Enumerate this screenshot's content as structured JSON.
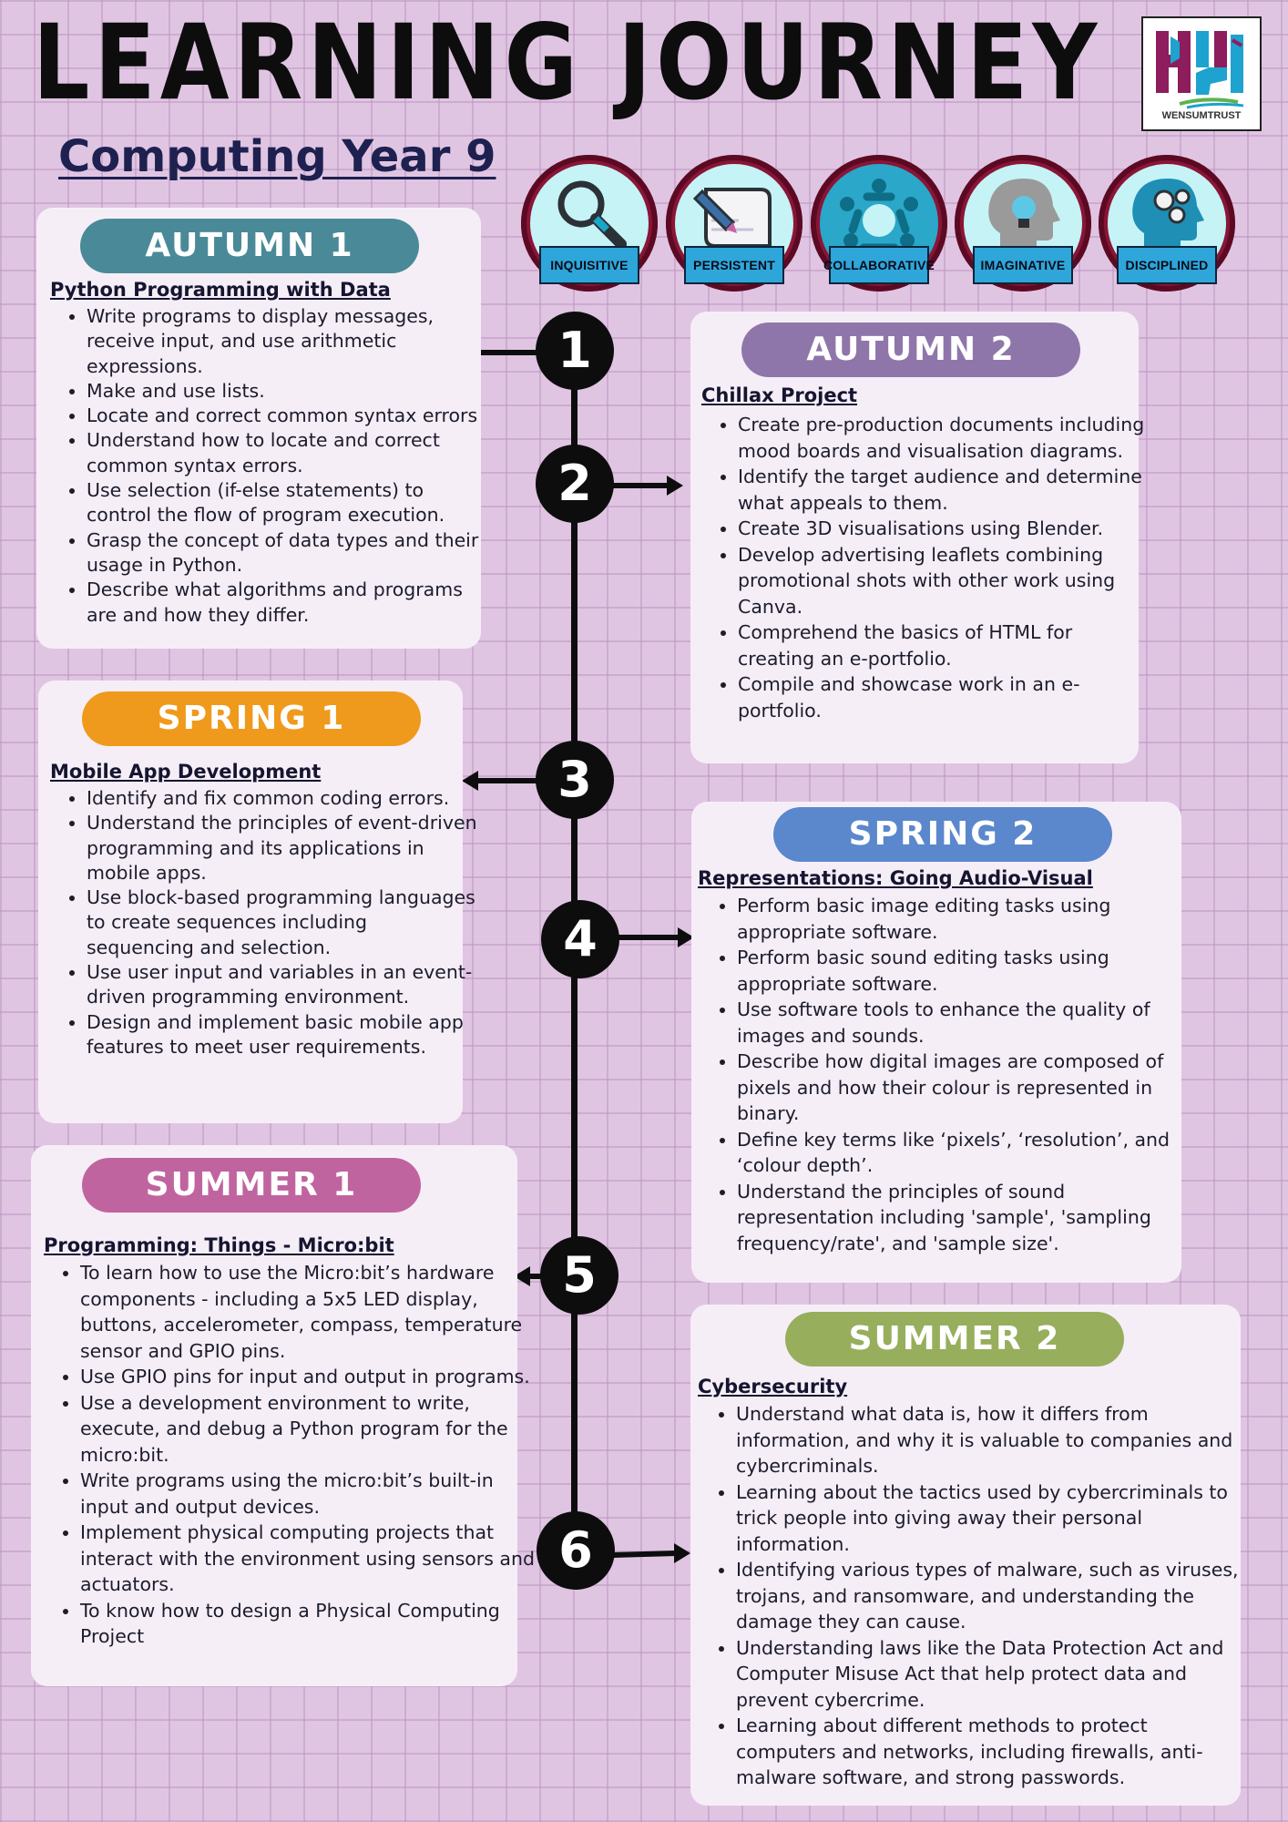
{
  "header": {
    "title": "LEARNING JOURNEY",
    "subtitle": "Computing Year 9",
    "logo_text": "WENSUMTRUST"
  },
  "values": [
    {
      "label": "INQUISITIVE",
      "icon": "magnifier-icon"
    },
    {
      "label": "PERSISTENT",
      "icon": "pencil-scroll-icon"
    },
    {
      "label": "COLLABORATIVE",
      "icon": "people-circle-icon"
    },
    {
      "label": "IMAGINATIVE",
      "icon": "lightbulb-head-icon"
    },
    {
      "label": "DISCIPLINED",
      "icon": "gears-head-icon"
    }
  ],
  "timeline": {
    "nodes": [
      "1",
      "2",
      "3",
      "4",
      "5",
      "6"
    ]
  },
  "colors": {
    "autumn1": "#4a8a98",
    "autumn2": "#8f76aa",
    "spring1": "#ef9a1c",
    "spring2": "#5b87cc",
    "summer1": "#c064a0",
    "summer2": "#97ae5c"
  },
  "terms": [
    {
      "heading": "AUTUMN 1",
      "topic": "Python Programming with  Data",
      "bullets": [
        "Write programs to display messages, receive input, and use arithmetic expressions.",
        "Make and use lists.",
        "Locate and correct common syntax errors",
        "Understand how to locate and correct common syntax errors.",
        "Use selection (if-else statements) to control the flow of program execution.",
        "Grasp the concept of data types and their usage in Python.",
        "Describe what algorithms and programs are and how they differ."
      ]
    },
    {
      "heading": "AUTUMN 2",
      "topic": " Chillax Project",
      "bullets": [
        "Create pre-production documents including mood boards and visualisation diagrams.",
        "Identify the target audience and determine what appeals to them.",
        "Create 3D visualisations using Blender.",
        "Develop advertising leaflets combining promotional shots with other work using Canva.",
        "Comprehend the basics of HTML for creating an e-portfolio.",
        "Compile and showcase work in an e-portfolio."
      ]
    },
    {
      "heading": "SPRING 1",
      "topic": "Mobile App Development",
      "bullets": [
        "Identify and fix common coding errors.",
        "Understand the principles of event-driven programming and its applications in mobile apps.",
        "Use block-based programming languages to create sequences including sequencing and selection.",
        "Use user input and variables in an event-driven programming environment.",
        "Design and implement basic mobile app features to meet user requirements."
      ]
    },
    {
      "heading": "SPRING 2",
      "topic": "Representations: Going Audio-Visual",
      "bullets": [
        "Perform basic image editing tasks using appropriate software.",
        "Perform basic sound editing tasks using appropriate software.",
        "Use software tools to enhance the quality of images and sounds.",
        "Describe how digital images are composed of pixels and how their colour is represented in binary.",
        "Define key terms like ‘pixels’, ‘resolution’, and ‘colour depth’.",
        "Understand the principles of sound representation including 'sample', 'sampling frequency/rate', and 'sample size'."
      ]
    },
    {
      "heading": "SUMMER 1",
      "topic": " Programming: Things - Micro:bit",
      "bullets": [
        "To learn how to use the Micro:bit’s hardware components - including a 5x5 LED display, buttons, accelerometer, compass, temperature sensor and GPIO pins.",
        "Use GPIO pins for input and output in programs.",
        "Use a development environment to write, execute, and debug a Python program for the micro:bit.",
        "Write programs using the micro:bit’s built-in input and output devices.",
        "Implement physical computing projects that interact with the environment using sensors and actuators.",
        "To know how to design a Physical Computing Project"
      ]
    },
    {
      "heading": "SUMMER 2",
      "topic": "Cybersecurity",
      "bullets": [
        "Understand what data is, how it differs from information, and why it is valuable to companies and cybercriminals.",
        "Learning about the tactics used by cybercriminals to trick people into giving away their personal information.",
        "Identifying various types of malware, such as viruses, trojans, and ransomware, and understanding the damage they can cause.",
        "Understanding laws like the Data Protection Act and Computer Misuse Act that help protect data and prevent cybercrime.",
        "Learning about different methods to protect computers and networks, including firewalls, anti-malware software, and strong passwords."
      ]
    }
  ]
}
